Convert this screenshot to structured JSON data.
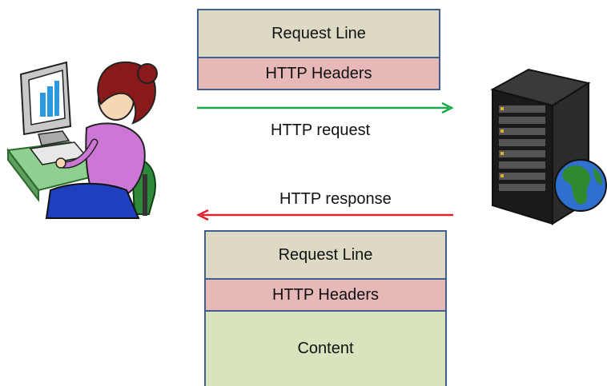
{
  "request_message": {
    "request_line": "Request Line",
    "headers": "HTTP Headers"
  },
  "request_arrow": {
    "label": "HTTP request",
    "color": "#1aa84a"
  },
  "response_arrow": {
    "label": "HTTP response",
    "color": "#e0202a"
  },
  "response_message": {
    "request_line": "Request Line",
    "headers": "HTTP Headers",
    "content": "Content"
  },
  "icons": {
    "client": "client-user-at-computer-icon",
    "server": "server-with-globe-icon"
  }
}
